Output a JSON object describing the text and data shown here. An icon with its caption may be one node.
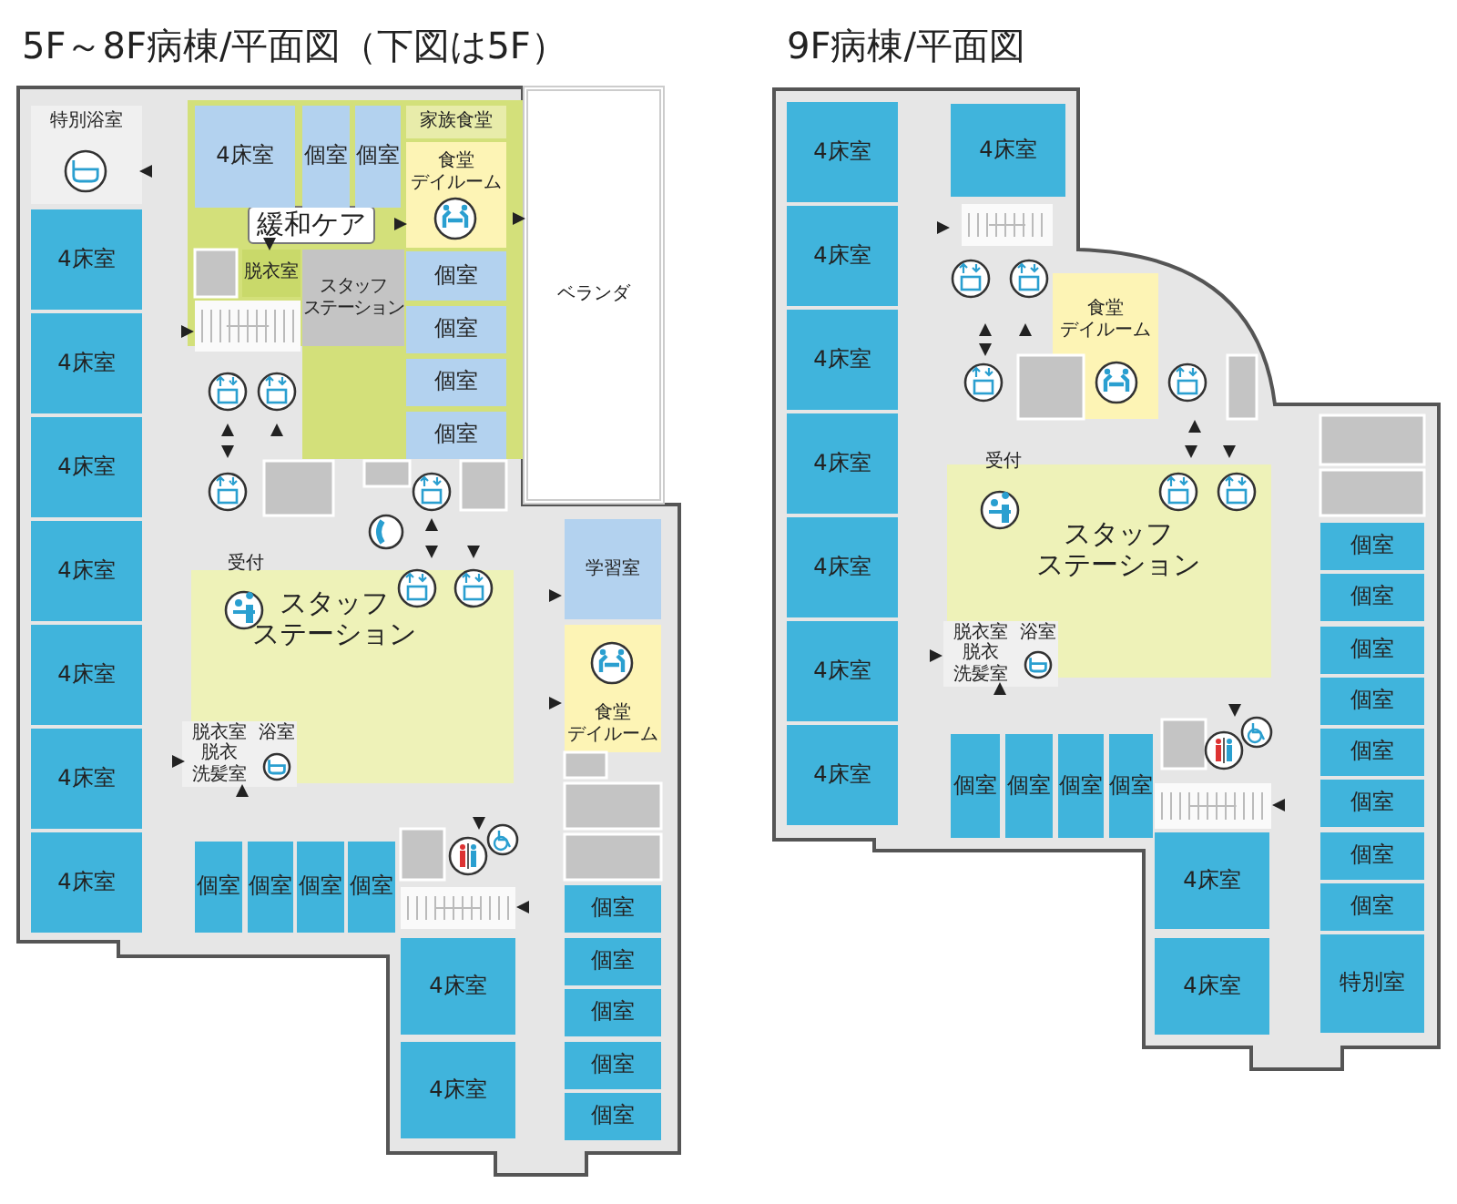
{
  "diagram": {
    "nodes": [
      {
        "text": [
          "特別浴室"
        ]
      },
      {
        "text": [
          "緩和ケア"
        ]
      },
      {
        "text": [
          "4床室"
        ],
        "in": 1
      },
      {
        "text": [
          "個室"
        ],
        "in": 1
      },
      {
        "text": [
          "個室"
        ],
        "in": 1
      },
      {
        "text": [
          "家族食堂"
        ],
        "in": 1
      },
      {
        "text": [
          "食堂",
          "デイルーム"
        ],
        "in": 1
      },
      {
        "text": [
          "脱衣室"
        ],
        "in": 1
      },
      {
        "text": [
          "スタッフ",
          "ステーション"
        ],
        "in": 1
      },
      {
        "text": [
          "個室"
        ],
        "in": 1
      },
      {
        "text": [
          "個室"
        ],
        "in": 1
      },
      {
        "text": [
          "個室"
        ],
        "in": 1
      },
      {
        "text": [
          "個室"
        ],
        "in": 1
      },
      {
        "text": [
          "ベランダ"
        ]
      },
      {
        "text": [
          "4床室"
        ]
      },
      {
        "text": [
          "4床室"
        ]
      },
      {
        "text": [
          "4床室"
        ]
      },
      {
        "text": [
          "4床室"
        ]
      },
      {
        "text": [
          "4床室"
        ]
      },
      {
        "text": [
          "4床室"
        ]
      },
      {
        "text": [
          "4床室"
        ]
      },
      {
        "text": [
          "スタッフ",
          "ステーション"
        ]
      },
      {
        "text": [
          "脱衣室",
          "脱衣",
          "洗髪室"
        ],
        "in": 21
      },
      {
        "text": [
          "浴室"
        ],
        "in": 21
      },
      {
        "text": [
          "学習室"
        ]
      },
      {
        "text": [
          "食堂",
          "デイルーム"
        ]
      },
      {
        "text": [
          "個室"
        ]
      },
      {
        "text": [
          "個室"
        ]
      },
      {
        "text": [
          "個室"
        ]
      },
      {
        "text": [
          "個室"
        ]
      },
      {
        "text": [
          "個室"
        ]
      },
      {
        "text": [
          "個室"
        ]
      },
      {
        "text": [
          "個室"
        ]
      },
      {
        "text": [
          "個室"
        ]
      },
      {
        "text": [
          "個室"
        ]
      },
      {
        "text": [
          "4床室"
        ]
      },
      {
        "text": [
          "4床室"
        ]
      },
      {
        "text": [
          "4床室"
        ]
      },
      {
        "text": [
          "4床室"
        ]
      },
      {
        "text": [
          "4床室"
        ]
      },
      {
        "text": [
          "4床室"
        ]
      },
      {
        "text": [
          "4床室"
        ]
      },
      {
        "text": [
          "4床室"
        ]
      },
      {
        "text": [
          "4床室"
        ]
      },
      {
        "text": [
          "4床室"
        ]
      },
      {
        "text": [
          "食堂",
          "デイルーム"
        ]
      },
      {
        "text": [
          "スタッフ",
          "ステーション"
        ]
      },
      {
        "text": [
          "脱衣室",
          "脱衣",
          "洗髪室"
        ],
        "in": 46
      },
      {
        "text": [
          "浴室"
        ],
        "in": 46
      },
      {
        "text": [
          "個室"
        ]
      },
      {
        "text": [
          "個室"
        ]
      },
      {
        "text": [
          "個室"
        ]
      },
      {
        "text": [
          "個室"
        ]
      },
      {
        "text": [
          "4床室"
        ]
      },
      {
        "text": [
          "4床室"
        ]
      },
      {
        "text": [
          "個室"
        ]
      },
      {
        "text": [
          "個室"
        ]
      },
      {
        "text": [
          "個室"
        ]
      },
      {
        "text": [
          "個室"
        ]
      },
      {
        "text": [
          "個室"
        ]
      },
      {
        "text": [
          "個室"
        ]
      },
      {
        "text": [
          "個室"
        ]
      },
      {
        "text": [
          "個室"
        ]
      },
      {
        "text": [
          "特別室"
        ]
      }
    ],
    "labels": [
      "5F～8F病棟/平面図（下図は5F）",
      "9F病棟/平面図",
      "受付",
      "受付"
    ]
  }
}
